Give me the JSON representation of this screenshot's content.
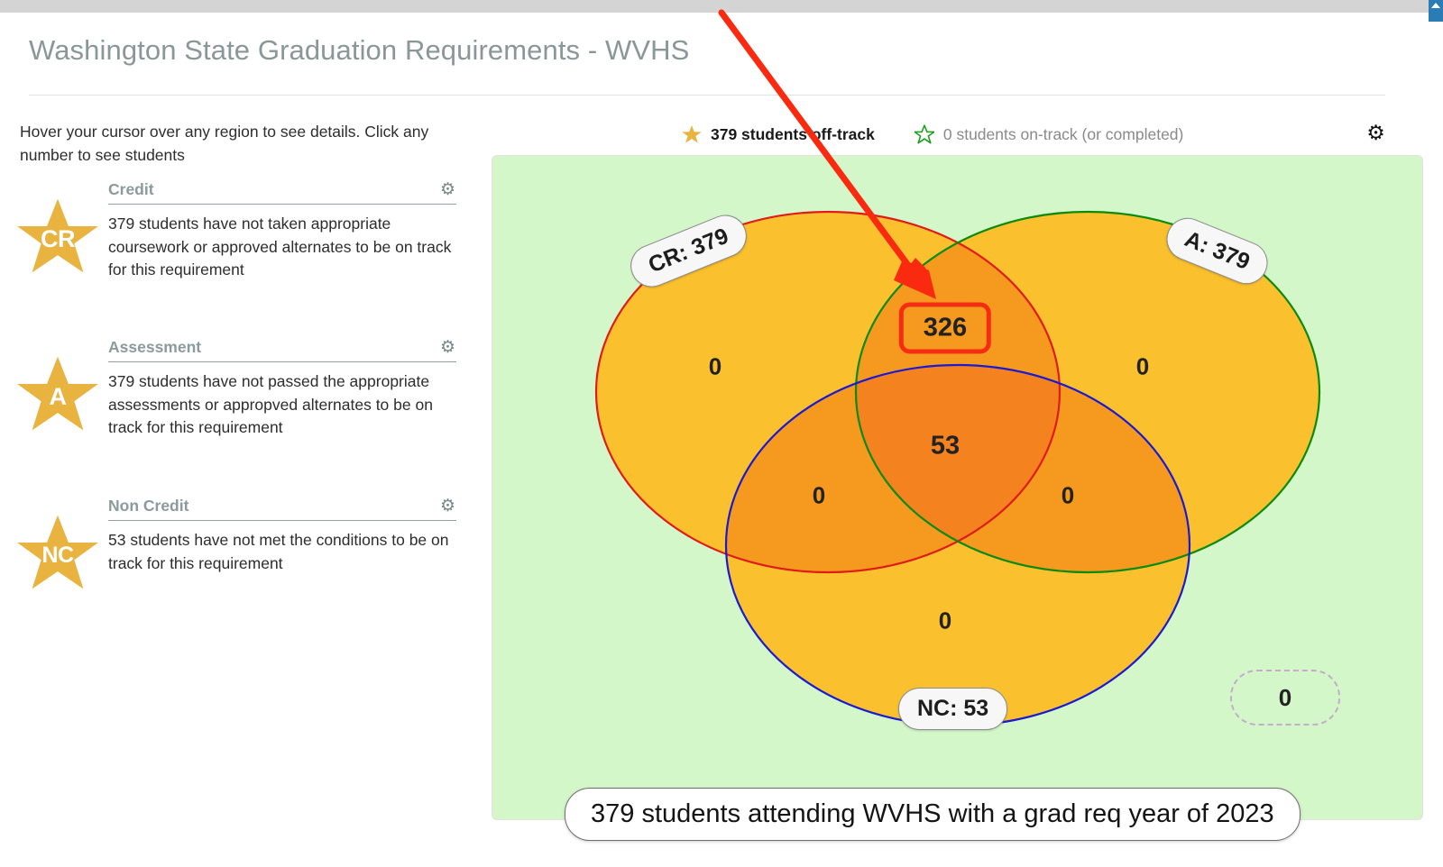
{
  "window": {
    "scroll_thumb": "scroll-up-thumb"
  },
  "header": {
    "title": "Washington State Graduation Requirements - WVHS"
  },
  "instructions": {
    "text": "Hover your cursor over any region to see details. Click any number to see students"
  },
  "requirements": [
    {
      "abbr": "CR",
      "name": "Credit",
      "description": "379 students have not taken appropriate coursework or approved alternates to be on track for this requirement",
      "gear_icon": "gear-icon"
    },
    {
      "abbr": "A",
      "name": "Assessment",
      "description": "379 students have not passed the appropriate assessments or appropved alternates to be on track for this requirement",
      "gear_icon": "gear-icon"
    },
    {
      "abbr": "NC",
      "name": "Non Credit",
      "description": "53 students have not met the conditions to be on track for this requirement",
      "gear_icon": "gear-icon"
    }
  ],
  "legend": {
    "off_track": {
      "icon": "star-filled-icon",
      "label": "379 students off-track"
    },
    "on_track": {
      "icon": "star-outline-icon",
      "label": "0 students on-track (or completed)"
    },
    "settings_icon": "gear-icon"
  },
  "caption": "379 students attending WVHS with a grad req year of 2023",
  "colors": {
    "panel_background": "#d4f7c9",
    "set_fill": "#fbc02d",
    "overlap_fill": "#f59a1e",
    "triple_fill": "#f4821f",
    "star_gold": "#e8b33e",
    "on_track_green": "#1a9e1a",
    "highlight_red": "#f62d15",
    "cr_stroke": "#e01b1b",
    "a_stroke": "#0c8a0c",
    "nc_stroke": "#1a1ad2",
    "title_gray": "#8a9799"
  },
  "chart_data": {
    "type": "venn",
    "title": "Washington State Graduation Requirements - WVHS",
    "subtitle": "379 students attending WVHS with a grad req year of 2023",
    "sets": [
      {
        "key": "CR",
        "label": "CR: 379",
        "name": "Credit",
        "total": 379,
        "stroke": "#e01b1b"
      },
      {
        "key": "A",
        "label": "A: 379",
        "name": "Assessment",
        "total": 379,
        "stroke": "#0c8a0c"
      },
      {
        "key": "NC",
        "label": "NC: 53",
        "name": "Non Credit",
        "total": 53,
        "stroke": "#1a1ad2"
      }
    ],
    "regions": [
      {
        "id": "CR_only",
        "label": "CR only",
        "value": "0",
        "highlighted": false
      },
      {
        "id": "A_only",
        "label": "A only",
        "value": "0",
        "highlighted": false
      },
      {
        "id": "NC_only",
        "label": "NC only",
        "value": "0",
        "highlighted": false
      },
      {
        "id": "CR_A",
        "label": "CR ∩ A",
        "value": "326",
        "highlighted": true
      },
      {
        "id": "CR_NC",
        "label": "CR ∩ NC",
        "value": "0",
        "highlighted": false
      },
      {
        "id": "A_NC",
        "label": "A ∩ NC",
        "value": "0",
        "highlighted": false
      },
      {
        "id": "CR_A_NC",
        "label": "CR ∩ A ∩ NC",
        "value": "53",
        "highlighted": false
      },
      {
        "id": "outside",
        "label": "none (outside)",
        "value": "0",
        "highlighted": false
      }
    ],
    "legend": [
      {
        "label": "379 students off-track",
        "marker": "filled gold star"
      },
      {
        "label": "0 students on-track (or completed)",
        "marker": "green outline star"
      }
    ]
  },
  "annotation": {
    "type": "arrow",
    "color": "#fa2a10",
    "points_to": "CR_A"
  }
}
